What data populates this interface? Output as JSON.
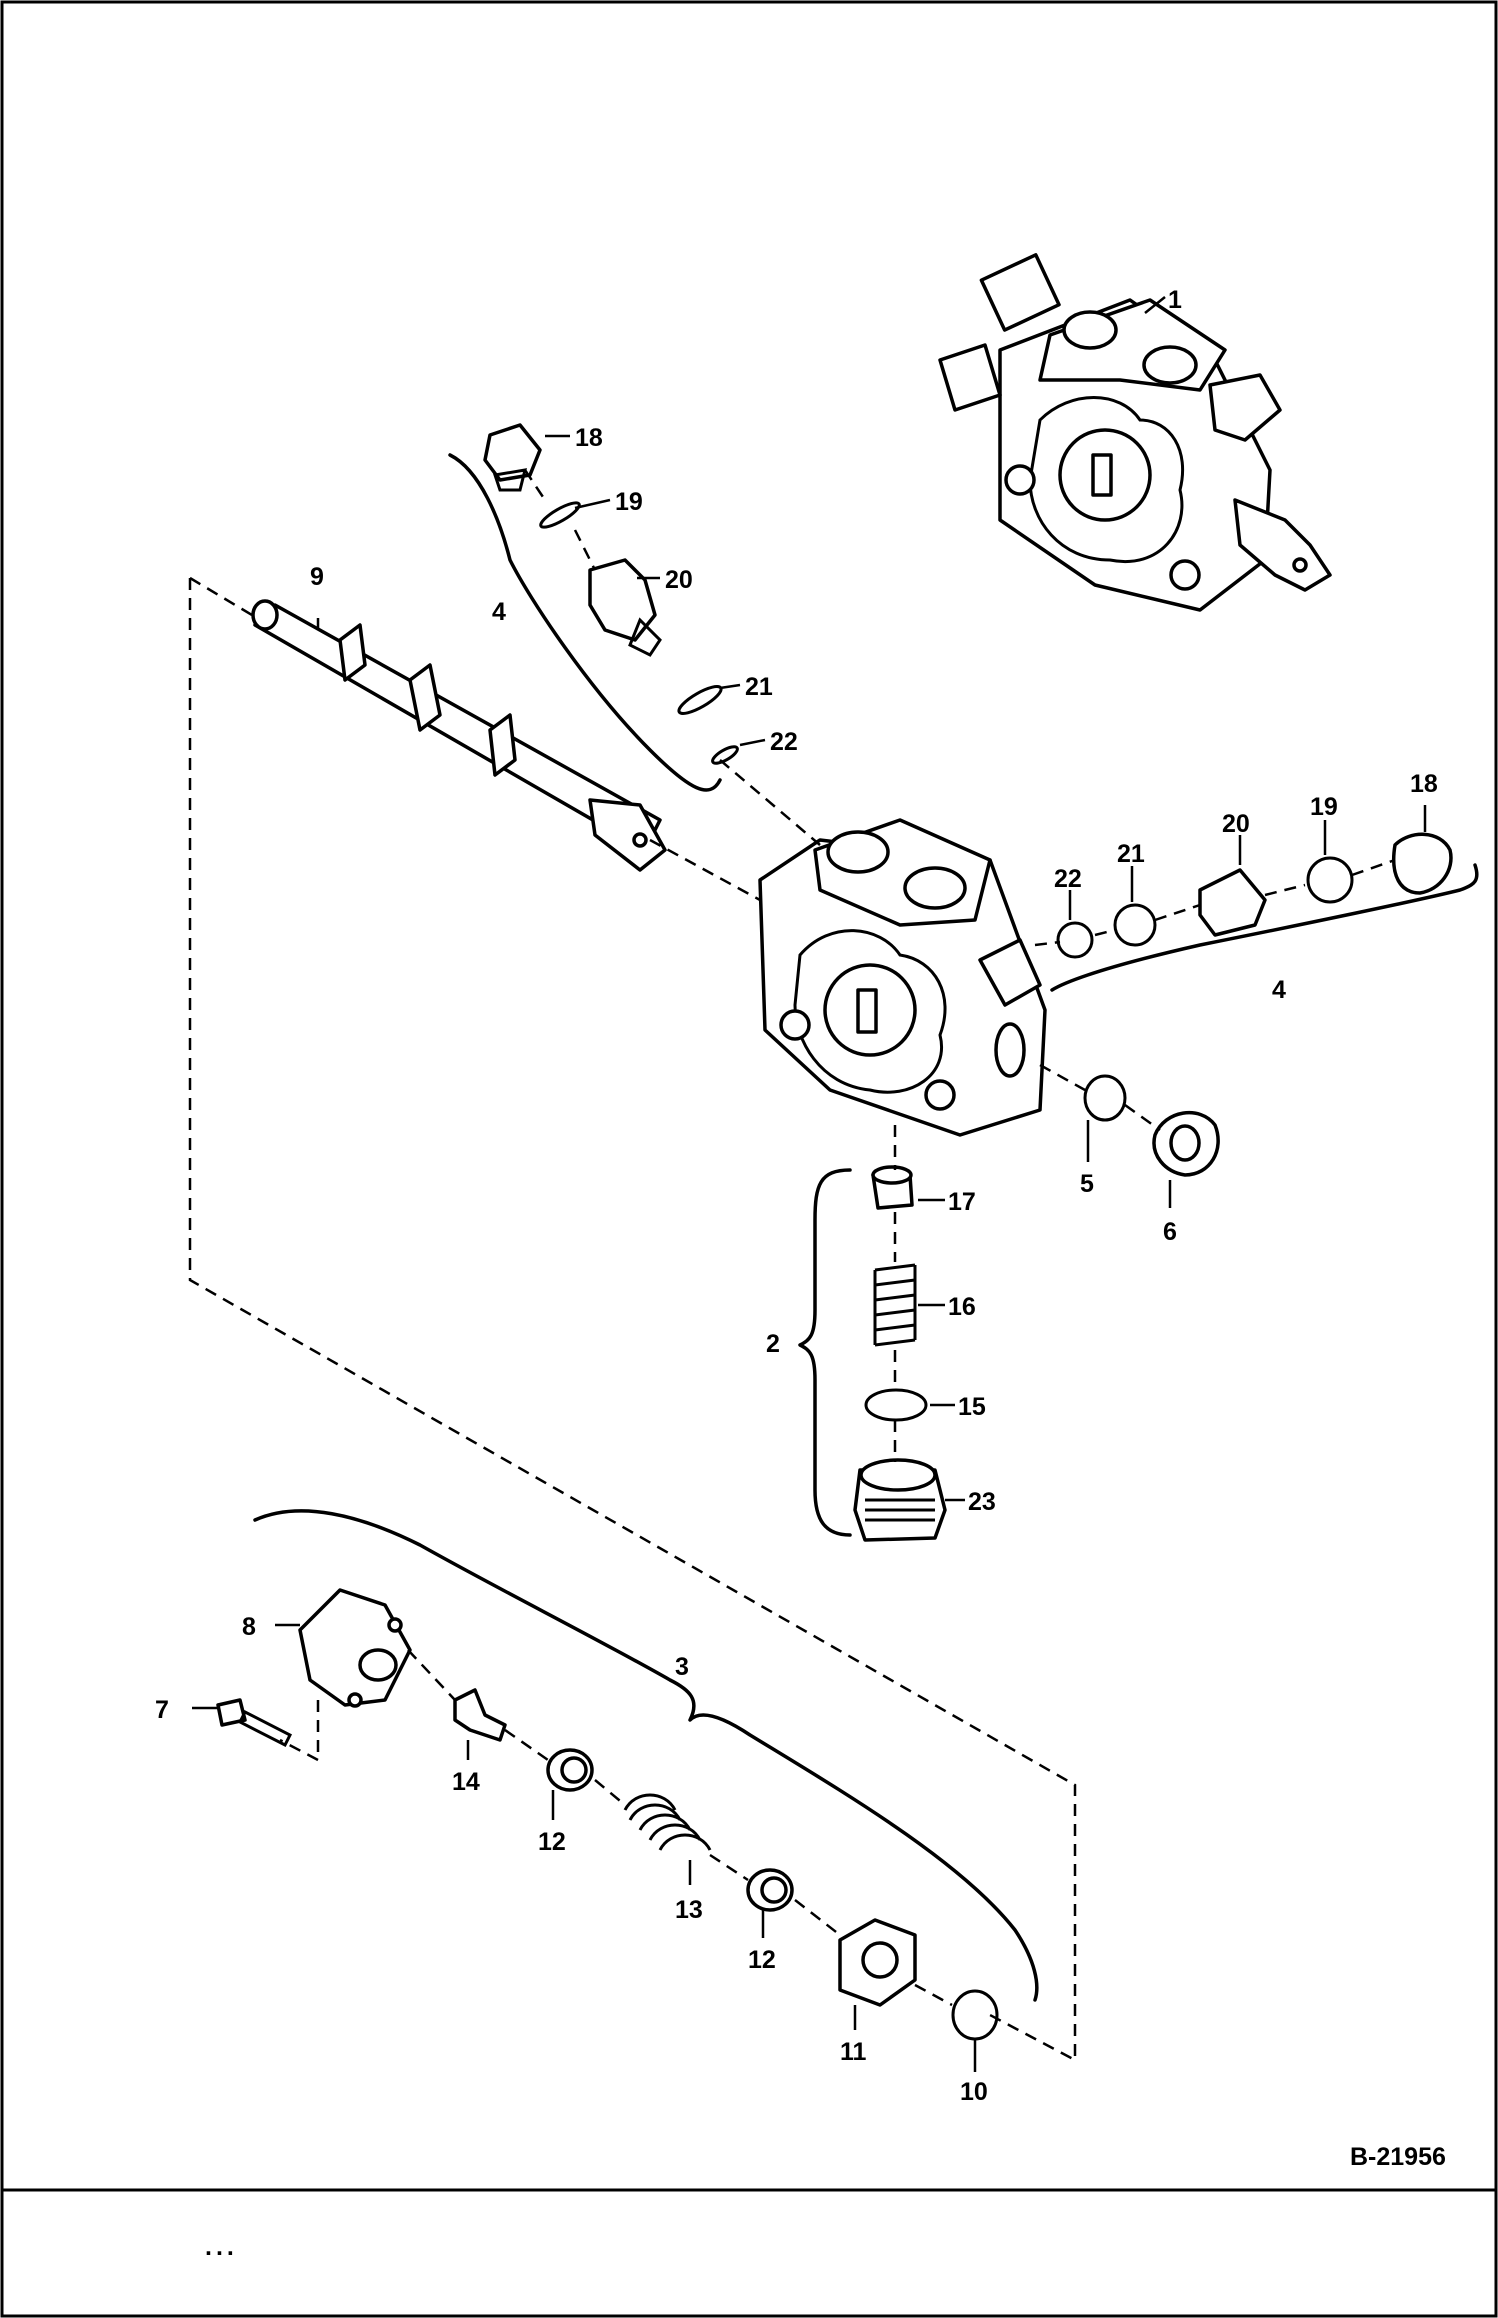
{
  "drawing_number": "B-21956",
  "footer_mark": "...",
  "callouts": [
    {
      "key": "c1",
      "label": "1"
    },
    {
      "key": "c2",
      "label": "2"
    },
    {
      "key": "c3",
      "label": "3"
    },
    {
      "key": "c4a",
      "label": "4"
    },
    {
      "key": "c4b",
      "label": "4"
    },
    {
      "key": "c5",
      "label": "5"
    },
    {
      "key": "c6",
      "label": "6"
    },
    {
      "key": "c7",
      "label": "7"
    },
    {
      "key": "c8",
      "label": "8"
    },
    {
      "key": "c9",
      "label": "9"
    },
    {
      "key": "c10",
      "label": "10"
    },
    {
      "key": "c11",
      "label": "11"
    },
    {
      "key": "c12a",
      "label": "12"
    },
    {
      "key": "c12b",
      "label": "12"
    },
    {
      "key": "c13",
      "label": "13"
    },
    {
      "key": "c14",
      "label": "14"
    },
    {
      "key": "c15",
      "label": "15"
    },
    {
      "key": "c16",
      "label": "16"
    },
    {
      "key": "c17",
      "label": "17"
    },
    {
      "key": "c18a",
      "label": "18"
    },
    {
      "key": "c18b",
      "label": "18"
    },
    {
      "key": "c19a",
      "label": "19"
    },
    {
      "key": "c19b",
      "label": "19"
    },
    {
      "key": "c20a",
      "label": "20"
    },
    {
      "key": "c20b",
      "label": "20"
    },
    {
      "key": "c21a",
      "label": "21"
    },
    {
      "key": "c21b",
      "label": "21"
    },
    {
      "key": "c22a",
      "label": "22"
    },
    {
      "key": "c22b",
      "label": "22"
    },
    {
      "key": "c23",
      "label": "23"
    }
  ]
}
